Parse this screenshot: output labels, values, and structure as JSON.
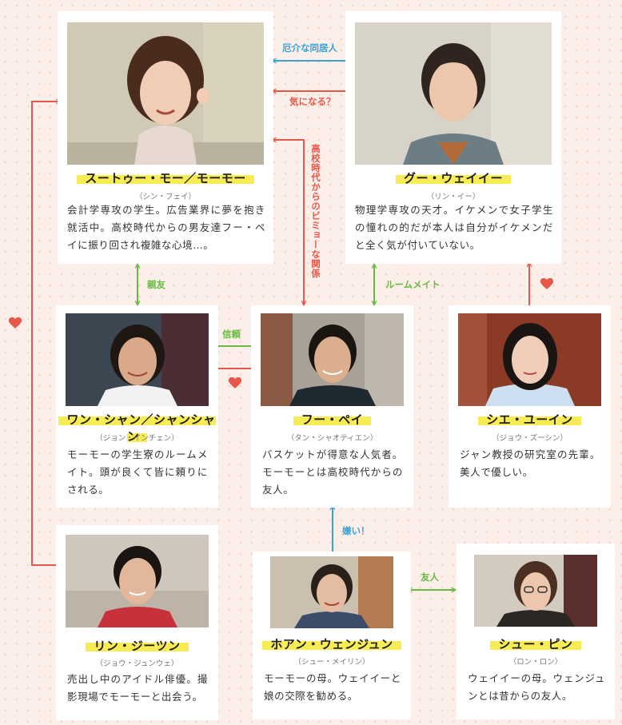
{
  "colors": {
    "red": "#e7584a",
    "blue": "#36a3d6",
    "green": "#69b944",
    "highlight": "#f7ec53",
    "background": "#fcefe9"
  },
  "characters": {
    "moumou": {
      "name": "スートゥー・モー／モーモー",
      "reading": "（シン・フェイ）",
      "desc": "会計学専攻の学生。広告業界に夢を抱き就活中。高校時代からの男友達フー・ペイに振り回され複雑な心境…。"
    },
    "gu": {
      "name": "グー・ウェイイー",
      "reading": "（リン・イー）",
      "desc": "物理学専攻の天才。イケメンで女子学生の憧れの的だが本人は自分がイケメンだと全く気が付いていない。"
    },
    "wang": {
      "name": "ワン・シャン／シャンシャン",
      "reading": "（ジョン・インチェン）",
      "desc": "モーモーの学生寮のルームメイト。頭が良くて皆に頼りにされる。"
    },
    "fu": {
      "name": "フー・ペイ",
      "reading": "（タン・シャオティエン）",
      "desc": "バスケットが得意な人気者。モーモーとは高校時代からの友人。"
    },
    "xie": {
      "name": "シエ・ユーイン",
      "reading": "（ジョウ・ズーシン）",
      "desc": "ジャン教授の研究室の先輩。美人で優しい。"
    },
    "lin": {
      "name": "リン・ジーツン",
      "reading": "（ジョウ・ジュンウェ）",
      "desc": "売出し中のアイドル俳優。撮影現場でモーモーと出会う。"
    },
    "huang": {
      "name": "ホアン・ウェンジュン",
      "reading": "（シュー・メイリン）",
      "desc": "モーモーの母。ウェイイーと娘の交際を勧める。"
    },
    "xu": {
      "name": "シュー・ピン",
      "reading": "（ロン・ロン）",
      "desc": "ウェイイーの母。ウェンジュンとは昔からの友人。"
    }
  },
  "relations": {
    "roommate_nuisance": "厄介な同居人",
    "curious": "気になる？",
    "highschool": "高校時代からのビミョーな関係",
    "bestfriend": "親友",
    "roommate": "ルームメイト",
    "trust": "信頼",
    "dislike": "嫌い！",
    "friend": "友人"
  }
}
